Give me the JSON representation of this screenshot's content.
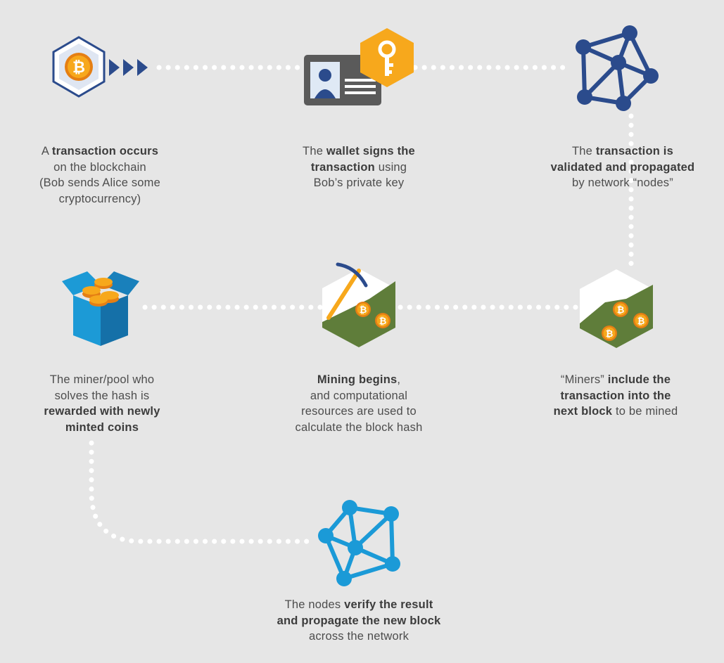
{
  "colors": {
    "background": "#e6e6e6",
    "dots": "#ffffff",
    "navy": "#2b4b8c",
    "orange": "#f7a81c",
    "orange_dark": "#e57f14",
    "green": "#5f7d3a",
    "blue_cube": "#1c9ad6",
    "blue_network": "#1b9ad7",
    "card_gray": "#5a5a5a",
    "text": "#4d4d4d"
  },
  "icons": {
    "step1": "bitcoin-hexagon-icon",
    "step2": "wallet-id-card-key-icon",
    "step3": "network-nodes-icon",
    "step4": "mined-block-hexagon-icon",
    "step5": "mining-pickaxe-hexagon-icon",
    "step6": "box-of-coins-icon",
    "step7": "network-nodes-icon"
  },
  "steps": [
    {
      "lines": [
        [
          {
            "t": "A "
          },
          {
            "t": "transaction occurs",
            "b": true
          }
        ],
        [
          {
            "t": "on the blockchain"
          }
        ],
        [
          {
            "t": "(Bob sends Alice some"
          }
        ],
        [
          {
            "t": "cryptocurrency)"
          }
        ]
      ]
    },
    {
      "lines": [
        [
          {
            "t": "The "
          },
          {
            "t": "wallet signs the",
            "b": true
          }
        ],
        [
          {
            "t": "transaction",
            "b": true
          },
          {
            "t": " using"
          }
        ],
        [
          {
            "t": "Bob’s private key"
          }
        ]
      ]
    },
    {
      "lines": [
        [
          {
            "t": "The "
          },
          {
            "t": "transaction is",
            "b": true
          }
        ],
        [
          {
            "t": "validated and propagated",
            "b": true
          }
        ],
        [
          {
            "t": "by network “nodes”"
          }
        ]
      ]
    },
    {
      "lines": [
        [
          {
            "t": "“Miners” "
          },
          {
            "t": "include the",
            "b": true
          }
        ],
        [
          {
            "t": "transaction into the",
            "b": true
          }
        ],
        [
          {
            "t": "next block",
            "b": true
          },
          {
            "t": " to be mined"
          }
        ]
      ]
    },
    {
      "lines": [
        [
          {
            "t": "Mining begins",
            "b": true
          },
          {
            "t": ","
          }
        ],
        [
          {
            "t": "and computational"
          }
        ],
        [
          {
            "t": "resources are used to"
          }
        ],
        [
          {
            "t": "calculate the block hash"
          }
        ]
      ]
    },
    {
      "lines": [
        [
          {
            "t": "The miner/pool who"
          }
        ],
        [
          {
            "t": "solves the hash is"
          }
        ],
        [
          {
            "t": "rewarded with newly",
            "b": true
          }
        ],
        [
          {
            "t": "minted coins",
            "b": true
          }
        ]
      ]
    },
    {
      "lines": [
        [
          {
            "t": "The nodes "
          },
          {
            "t": "verify the result",
            "b": true
          }
        ],
        [
          {
            "t": "and propagate the new block",
            "b": true
          }
        ],
        [
          {
            "t": "across the network"
          }
        ]
      ]
    }
  ]
}
